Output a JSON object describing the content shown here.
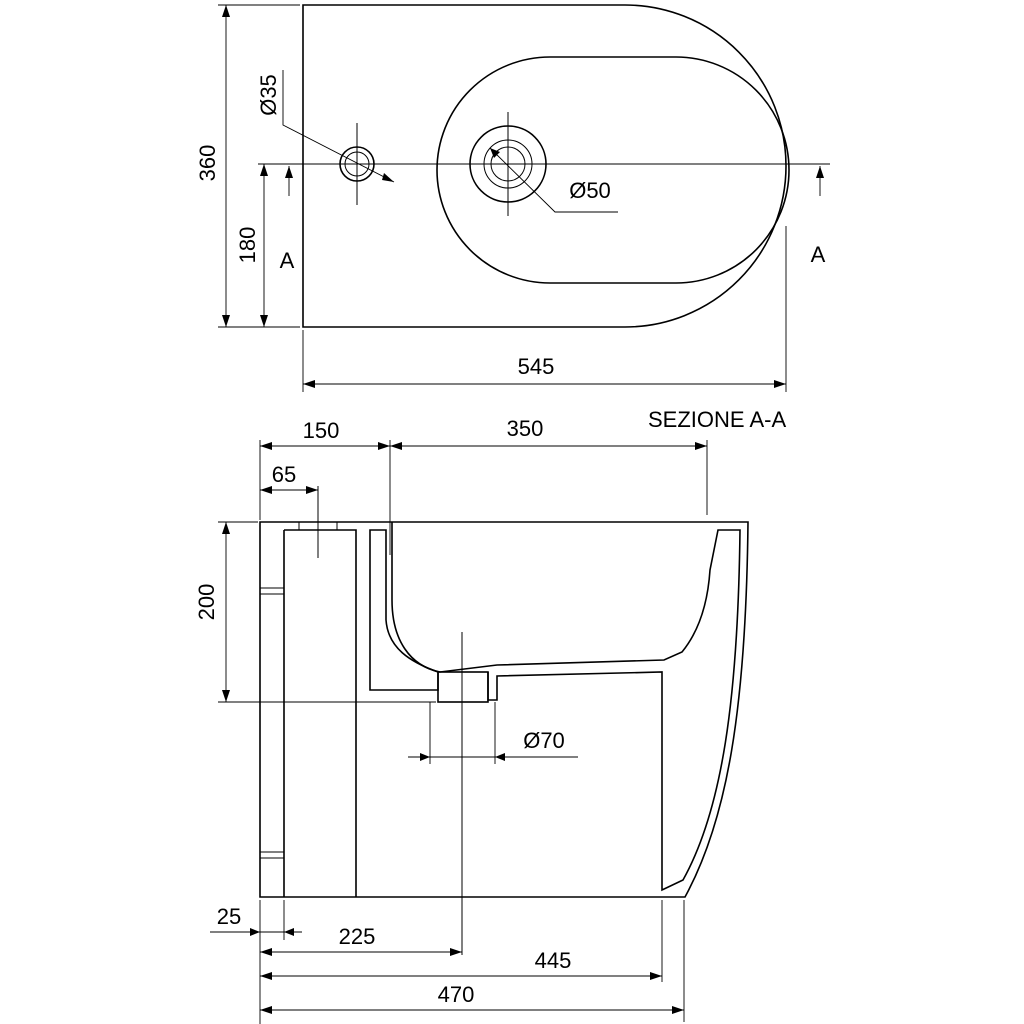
{
  "top_view": {
    "height_total": "360",
    "height_half": "180",
    "hole_small": "Ø35",
    "hole_large": "Ø50",
    "width_total": "545",
    "section_mark_left": "A",
    "section_mark_right": "A"
  },
  "section_view": {
    "title": "SEZIONE A-A",
    "dim_150": "150",
    "dim_350": "350",
    "dim_65": "65",
    "dim_200": "200",
    "drain": "Ø70",
    "dim_25": "25",
    "dim_225": "225",
    "dim_445": "445",
    "dim_470": "470"
  }
}
